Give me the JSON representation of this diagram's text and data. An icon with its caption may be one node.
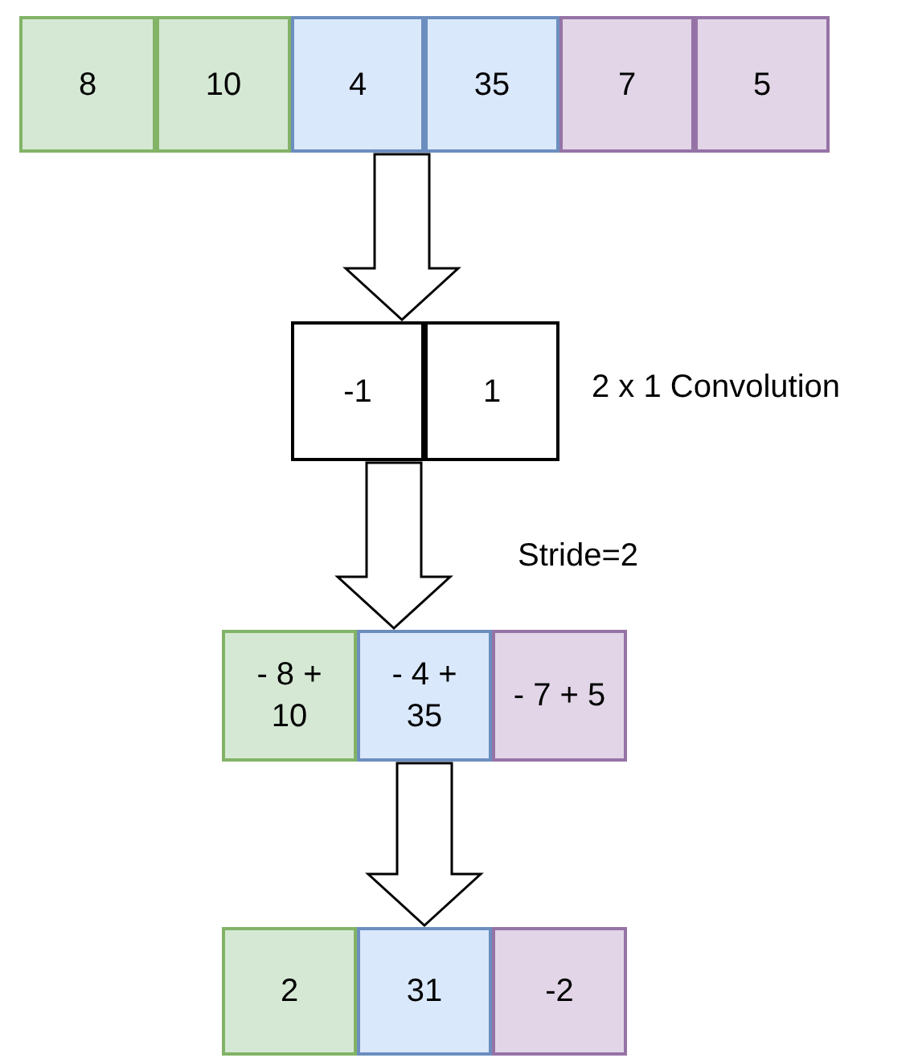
{
  "diagram": {
    "nodes": [
      {
        "text": [
          "8"
        ]
      },
      {
        "text": [
          "10"
        ]
      },
      {
        "text": [
          "4"
        ]
      },
      {
        "text": [
          "35"
        ]
      },
      {
        "text": [
          "7"
        ]
      },
      {
        "text": [
          "5"
        ]
      },
      {
        "text": [
          "-1"
        ]
      },
      {
        "text": [
          "1"
        ]
      },
      {
        "text": [
          "- 8 + 10"
        ]
      },
      {
        "text": [
          "- 4 + 35"
        ]
      },
      {
        "text": [
          "- 7 + 5"
        ]
      },
      {
        "text": [
          "2"
        ]
      },
      {
        "text": [
          "31"
        ]
      },
      {
        "text": [
          "-2"
        ]
      }
    ],
    "edges": [
      {
        "from": 2,
        "to": 6,
        "arrow": "to"
      },
      {
        "from": 6,
        "to": 9,
        "arrow": "to",
        "label": "Stride=2"
      },
      {
        "from": 9,
        "to": 12,
        "arrow": "to"
      }
    ],
    "labels": [
      "2 x 1 Convolution"
    ]
  }
}
